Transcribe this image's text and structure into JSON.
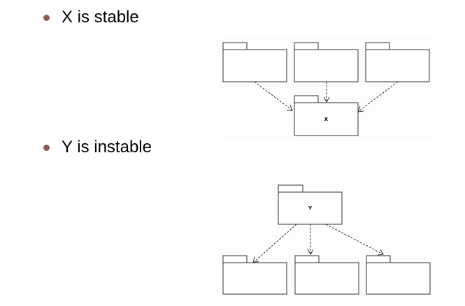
{
  "slide": {
    "bullets": [
      {
        "text": "X is stable"
      },
      {
        "text": "Y is instable"
      }
    ]
  },
  "diagrams": {
    "stable": {
      "center_package": "X"
    },
    "instable": {
      "center_package": "Y"
    }
  },
  "colors": {
    "bullet": "#8B5A50",
    "line": "#333333",
    "text": "#000000"
  }
}
